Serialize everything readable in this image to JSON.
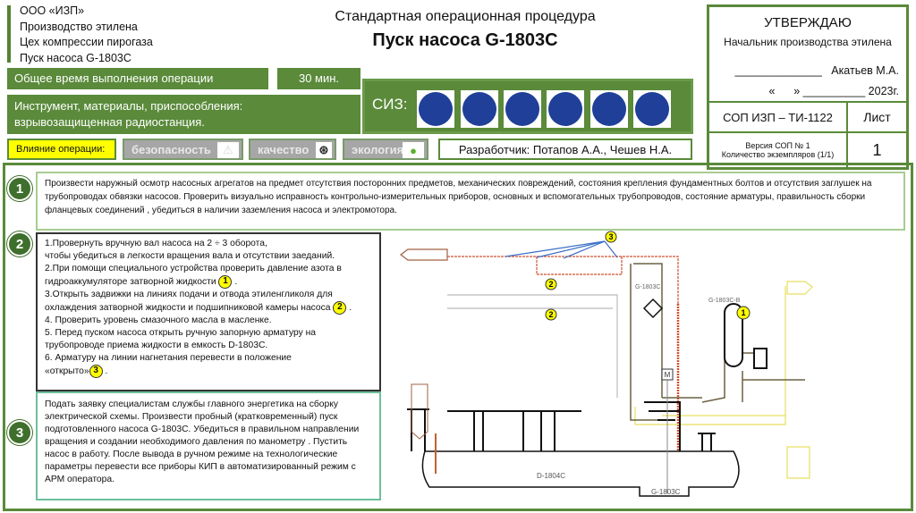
{
  "header": {
    "org_lines": [
      "ООО «ИЗП»",
      "Производство этилена",
      "Цех компрессии пирогаза",
      "Пуск насоса G-1803C"
    ],
    "subtitle": "Стандартная операционная процедура",
    "title": "Пуск насоса G-1803C"
  },
  "approval": {
    "heading": "УТВЕРЖДАЮ",
    "position": "Начальник производства этилена",
    "signature": "______________   Акатьев М.А.",
    "date": "«      » __________ 2023г.",
    "doc_code": "СОП ИЗП – ТИ-1122",
    "sheet_label": "Лист",
    "version": "Версия СОП № 1",
    "copies": "Количество экземпляров (1/1)",
    "sheet_number": "1"
  },
  "time": {
    "label": "Общее время выполнения операции",
    "value": "30 мин."
  },
  "tools": {
    "line1": "Инструмент, материалы, приспособления:",
    "line2": "взрывозащищенная радиостанция."
  },
  "ppe": {
    "label": "СИЗ:",
    "icons": [
      "protective-suit-icon",
      "safety-boots-icon",
      "hard-hat-icon",
      "gloves-icon",
      "safety-goggles-icon",
      "ear-protection-icon"
    ]
  },
  "impact": {
    "label": "Влияние операции:",
    "safety": "безопасность",
    "quality": "качество",
    "ecology": "экология"
  },
  "developer": "Разработчик: Потапов А.А., Чешев Н.А.",
  "steps": [
    {
      "number": "1",
      "text": "Произвести наружный осмотр насосных агрегатов на предмет отсутствия посторонних предметов, механических повреждений, состояния крепления фундаментных болтов и отсутствия заглушек на трубопроводах обвязки насосов. Проверить визуально исправность контрольно-измерительных приборов, основных и вспомогательных трубопроводов, состояние арматуры, правильность сборки фланцевых соединений , убедиться в наличии заземления насоса и электромотора."
    },
    {
      "number": "2",
      "lines": [
        "1.Провернуть вручную вал насоса на 2 ÷ 3 оборота,",
        "чтобы убедиться в легкости вращения вала и отсутствии заеданий.",
        "2.При помощи специального устройства проверить давление азота в",
        "гидроаккумуляторе затворной жидкости",
        "3.Открыть задвижки на линиях подачи и отвода этиленгликоля  для",
        "охлаждения затворной жидкости и подшипниковой камеры насоса",
        "4. Проверить уровень смазочного масла в масленке.",
        "5. Перед пуском насоса открыть ручную запорную арматуру на",
        "трубопроводе приема жидкости в емкость D-1803C.",
        "6. Арматуру на линии нагнетания перевести в положение",
        "«открыто»"
      ],
      "markers": [
        "1",
        "2",
        "3"
      ]
    },
    {
      "number": "3",
      "text": "Подать заявку специалистам службы главного энергетика на сборку электрической схемы. Произвести пробный (кратковременный) пуск подготовленного насоса G-1803C. Убедиться в правильном направлении вращения и создании необходимого давления по манометру . Пустить насос в работу. После вывода в ручном режиме на технологические параметры перевести все приборы КИП в автоматизированный режим с АРМ оператора."
    }
  ],
  "diagram": {
    "labels": {
      "pump_top": "G-1803C",
      "accumulator": "G-1803C-B",
      "tank": "D-1804C",
      "pump_bottom": "G-1803C",
      "motor": "M"
    },
    "markers": [
      "3",
      "2",
      "2",
      "1"
    ]
  },
  "colors": {
    "green": "#5a8a3a",
    "marker": "#ffff00",
    "impact_label": "#ffff00",
    "ppe_blue": "#1f3f99"
  }
}
